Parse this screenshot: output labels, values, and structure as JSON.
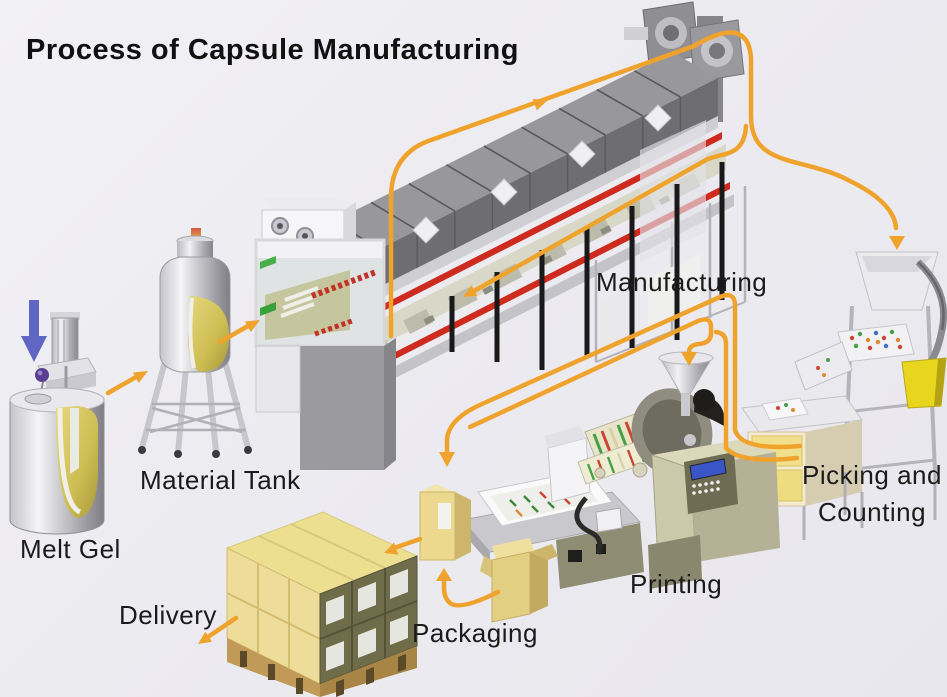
{
  "title": "Process of Capsule Manufacturing",
  "labels": {
    "melt_gel": "Melt Gel",
    "material_tank": "Material Tank",
    "manufacturing": "Manufacturing",
    "picking_line1": "Picking and",
    "picking_line2": "Counting",
    "printing": "Printing",
    "packaging": "Packaging",
    "delivery": "Delivery"
  },
  "process_order": [
    "Melt Gel",
    "Material Tank",
    "Manufacturing",
    "Picking and Counting",
    "Printing",
    "Packaging",
    "Delivery"
  ],
  "colors": {
    "background": "#ECEBF0",
    "flow_arrow": "#F0A32C",
    "feed_arrow_blue": "#5F66C4",
    "machine_red_rail": "#CF2A1E",
    "gel_yellow": "#D9C969",
    "box_yellow": "#EBD88E",
    "label_text": "#1B1B1B"
  }
}
